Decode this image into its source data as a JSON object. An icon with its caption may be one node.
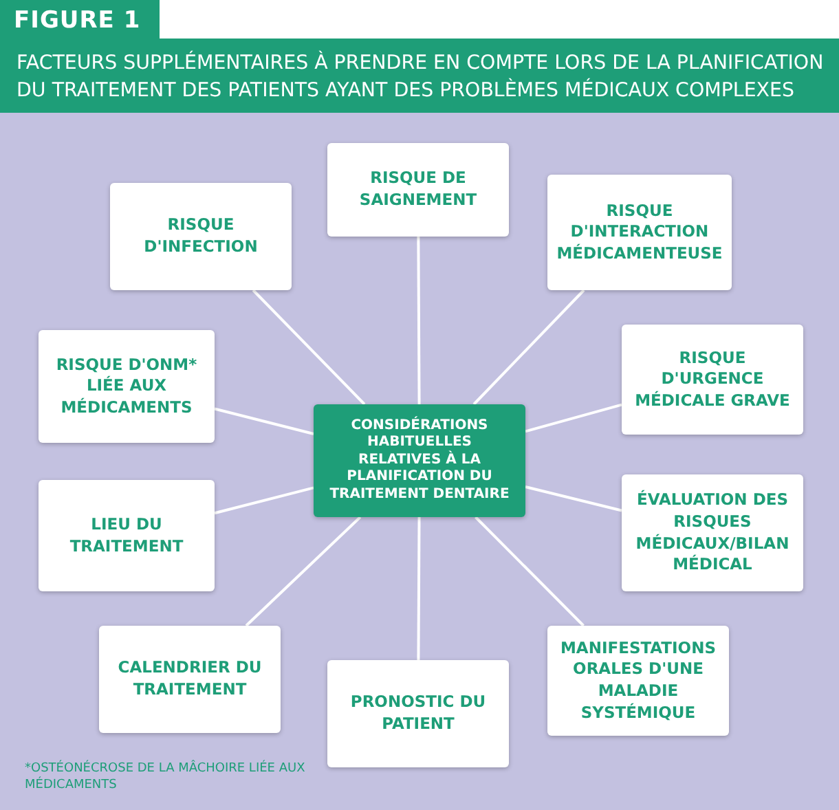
{
  "diagram": {
    "title": "FACTEURS SUPPLÉMENTAIRES À PRENDRE EN COMPTE LORS DE LA PLANIFICATION DU TRAITEMENT DES PATIENTS AYANT DES PROBLÈMES MÉDICAUX COMPLEXES",
    "nodes": [
      {
        "text": [
          "CONSIDÉRATIONS HABITUELLES RELATIVES À LA PLANIFICATION DU TRAITEMENT DENTAIRE"
        ]
      },
      {
        "text": [
          "RISQUE DE SAIGNEMENT"
        ]
      },
      {
        "text": [
          "RISQUE D'INFECTION"
        ]
      },
      {
        "text": [
          "RISQUE D'INTERACTION MÉDICAMENTEUSE"
        ]
      },
      {
        "text": [
          "RISQUE D'ONM* LIÉE AUX MÉDICAMENTS"
        ]
      },
      {
        "text": [
          "RISQUE D'URGENCE MÉDICALE GRAVE"
        ]
      },
      {
        "text": [
          "LIEU DU TRAITEMENT"
        ]
      },
      {
        "text": [
          "ÉVALUATION DES RISQUES MÉDICAUX/BILAN MÉDICAL"
        ]
      },
      {
        "text": [
          "CALENDRIER DU TRAITEMENT"
        ]
      },
      {
        "text": [
          "MANIFESTATIONS ORALES D'UNE MALADIE SYSTÉMIQUE"
        ]
      },
      {
        "text": [
          "PRONOSTIC DU PATIENT"
        ]
      }
    ],
    "edges": [
      {
        "from": 0,
        "to": 1,
        "arrow": "none"
      },
      {
        "from": 0,
        "to": 2,
        "arrow": "none"
      },
      {
        "from": 0,
        "to": 3,
        "arrow": "none"
      },
      {
        "from": 0,
        "to": 4,
        "arrow": "none"
      },
      {
        "from": 0,
        "to": 5,
        "arrow": "none"
      },
      {
        "from": 0,
        "to": 6,
        "arrow": "none"
      },
      {
        "from": 0,
        "to": 7,
        "arrow": "none"
      },
      {
        "from": 0,
        "to": 8,
        "arrow": "none"
      },
      {
        "from": 0,
        "to": 9,
        "arrow": "none"
      },
      {
        "from": 0,
        "to": 10,
        "arrow": "none"
      }
    ],
    "labels": [
      "FIGURE 1",
      "*OSTÉONÉCROSE DE LA MÂCHOIRE LIÉE AUX MÉDICAMENTS"
    ]
  }
}
